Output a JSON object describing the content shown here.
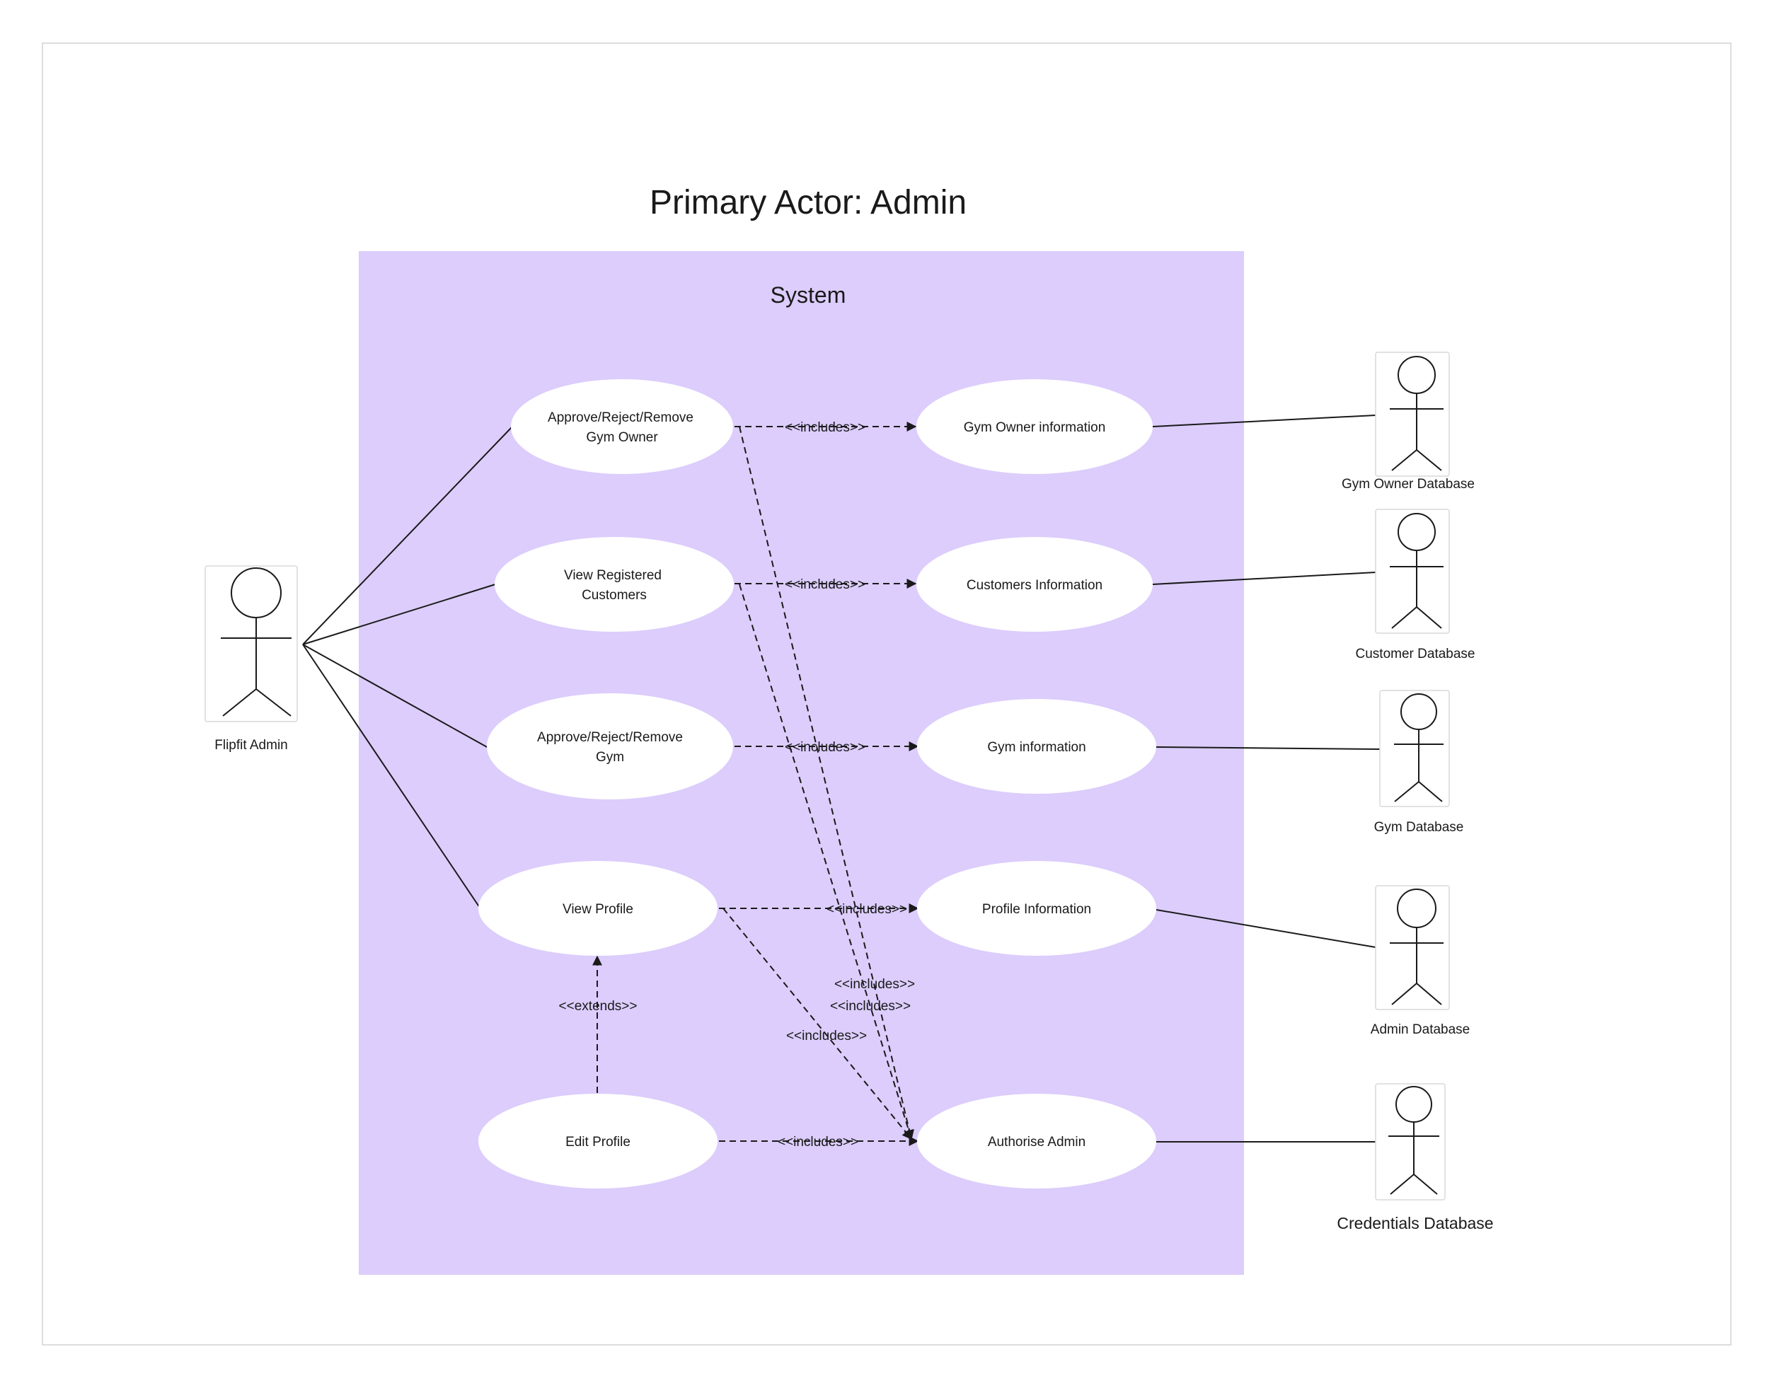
{
  "title": "Primary Actor: Admin",
  "system": {
    "title": "System",
    "fill": "#dccdfc"
  },
  "primary_actor": {
    "label": "Flipfit Admin"
  },
  "use_cases": {
    "approve_gym_owner": [
      "Approve/Reject/Remove",
      "Gym Owner"
    ],
    "view_customers": [
      "View Registered",
      "Customers"
    ],
    "approve_gym": [
      "Approve/Reject/Remove",
      "Gym"
    ],
    "view_profile": [
      "View Profile"
    ],
    "edit_profile": [
      "Edit Profile"
    ],
    "gym_owner_info": [
      "Gym Owner information"
    ],
    "customers_info": [
      "Customers Information"
    ],
    "gym_info": [
      "Gym information"
    ],
    "profile_info": [
      "Profile Information"
    ],
    "authorise_admin": [
      "Authorise Admin"
    ]
  },
  "relations": {
    "includes": "<<includes>>",
    "extends": "<<extends>>"
  },
  "secondary_actors": {
    "gym_owner_db": "Gym Owner Database",
    "customer_db": "Customer Database",
    "gym_db": "Gym Database",
    "admin_db": "Admin Database",
    "credentials_db": "Credentials Database"
  }
}
